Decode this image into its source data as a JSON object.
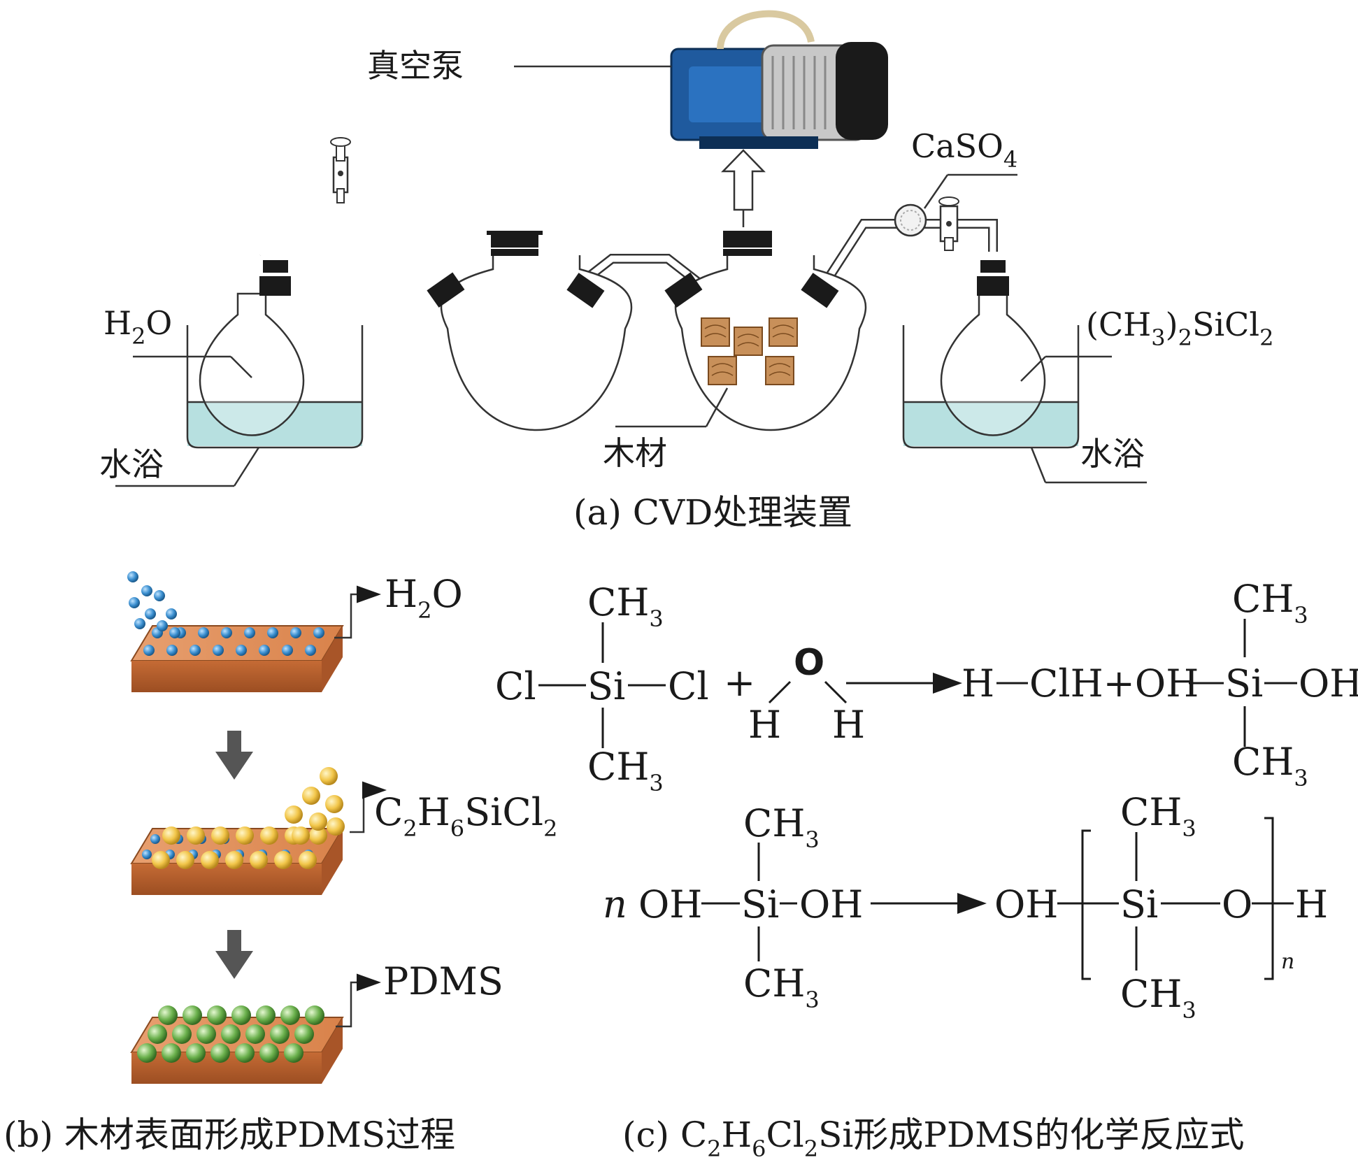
{
  "panel_a": {
    "pump_label": "真空泵",
    "caso4_label": "CaSO",
    "caso4_sub": "4",
    "h2o_h": "H",
    "h2o_sub": "2",
    "h2o_o": "O",
    "sicl_a": "(CH",
    "sicl_sub1": "3",
    "sicl_b": ")",
    "sicl_sub2": "2",
    "sicl_c": "SiCl",
    "sicl_sub3": "2",
    "bath_left": "水浴",
    "bath_right": "水浴",
    "wood_label": "木材",
    "caption": "(a) CVD处理装置",
    "colors": {
      "water": "#b7e0e0",
      "wood": "#c8905a",
      "stopper": "#1a1a1a",
      "pump_blue": "#1f5a9e"
    }
  },
  "panel_b": {
    "step1_h": "H",
    "step1_sub": "2",
    "step1_o": "O",
    "step2_a": "C",
    "step2_sub1": "2",
    "step2_b": "H",
    "step2_sub2": "6",
    "step2_c": "SiCl",
    "step2_sub3": "2",
    "step3": "PDMS",
    "caption": "(b) 木材表面形成PDMS过程",
    "colors": {
      "blue_sphere": "#3b8fd0",
      "yellow_sphere": "#f2c64a",
      "green_sphere": "#6ab04c",
      "board": "#d9824a",
      "arrow": "#555555"
    }
  },
  "panel_c": {
    "ch3": "CH",
    "sub3": "3",
    "cl": "Cl",
    "si": "Si",
    "plus": "+",
    "o": "O",
    "h": "H",
    "hcl_oh": "ClH+OH",
    "oh": "OH",
    "n": "n",
    "caption_a": "(c) C",
    "caption_s1": "2",
    "caption_b": "H",
    "caption_s2": "6",
    "caption_c": "Cl",
    "caption_s3": "2",
    "caption_d": "Si形成PDMS的化学反应式"
  }
}
